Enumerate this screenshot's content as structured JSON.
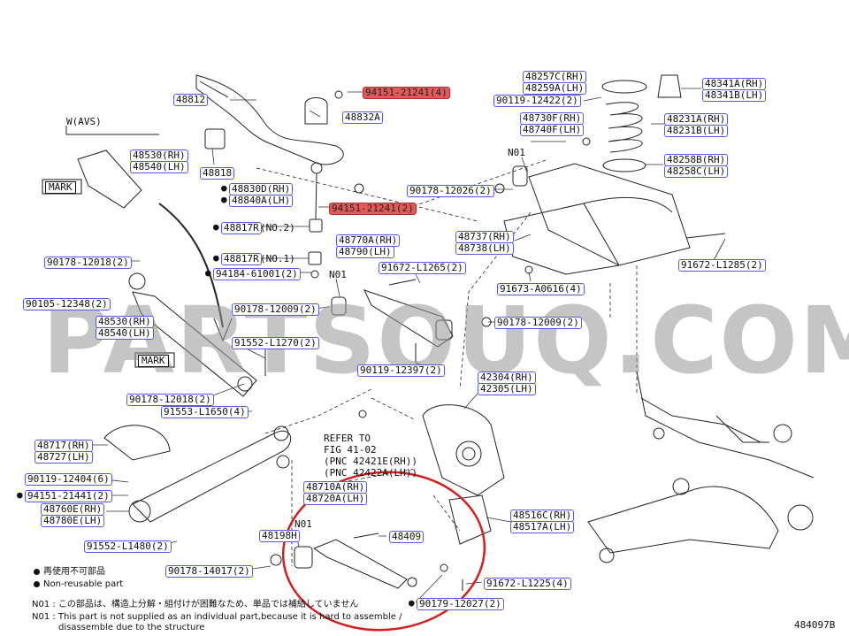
{
  "parts": {
    "p48812": "48812",
    "p94151a": "94151-21241(4)",
    "p48832a": "48832A",
    "p48818": "48818",
    "p48830d": "48830D(RH)",
    "p48840a": "48840A(LH)",
    "p94151b": "94151-21241(2)",
    "p48817r_no2": "48817R",
    "p48817r_no1": "48817R",
    "p94184": "94184-61001(2)",
    "p48530_top": "48530(RH)",
    "p48540_top": "48540(LH)",
    "p90178_12018_a": "90178-12018(2)",
    "p90105": "90105-12348(2)",
    "p48530": "48530(RH)",
    "p48540": "48540(LH)",
    "p90178_12009_a": "90178-12009(2)",
    "p91552_l1270": "91552-L1270(2)",
    "p90178_12018_b": "90178-12018(2)",
    "p91553": "91553-L1650(4)",
    "p48717": "48717(RH)",
    "p48727": "48727(LH)",
    "p90119_12404": "90119-12404(6)",
    "p94151_21441": "94151-21441(2)",
    "p48760e": "48760E(RH)",
    "p48780e": "48780E(LH)",
    "p91552_l1480": "91552-L1480(2)",
    "p90178_14017": "90178-14017(2)",
    "p48257c": "48257C(RH)",
    "p48259a": "48259A(LH)",
    "p90119_12422": "90119-12422(2)",
    "p48730f": "48730F(RH)",
    "p48740f": "48740F(LH)",
    "p48341a": "48341A(RH)",
    "p48341b": "48341B(LH)",
    "p48231a": "48231A(RH)",
    "p48231b": "48231B(LH)",
    "p48258b": "48258B(RH)",
    "p48258c": "48258C(LH)",
    "p90178_12026": "90178-12026(2)",
    "p48737": "48737(RH)",
    "p48738": "48738(LH)",
    "p91672_l1285": "91672-L1285(2)",
    "p48770a": "48770A(RH)",
    "p48790": "48790(LH)",
    "p91672_l1265": "91672-L1265(2)",
    "p91673": "91673-A0616(4)",
    "p90178_12009_b": "90178-12009(2)",
    "p90119_12397": "90119-12397(2)",
    "p42304": "42304(RH)",
    "p42305": "42305(LH)",
    "p48710a": "48710A(RH)",
    "p48720a": "48720A(LH)",
    "p48198h": "48198H",
    "p48409": "48409",
    "p48516c": "48516C(RH)",
    "p48517a": "48517A(LH)",
    "p91672_l1225": "91672-L1225(4)",
    "p90179": "90179-12027(2)"
  },
  "texts": {
    "no2": "(NO.2)",
    "no1": "(NO.1)",
    "w_avs": "W(AVS)",
    "mark_top": "MARK",
    "mark_mid": "MARK",
    "n01_left": "N01",
    "n01_right": "N01",
    "n01_bottom": "N01",
    "refer_1": "REFER TO",
    "refer_2": "FIG 41-02",
    "refer_3": "(PNC 42421E(RH))",
    "refer_4": "(PNC 42422A(LH))"
  },
  "watermark": "PARTSOUQ.COM",
  "legend": {
    "reuse_jp": "再使用不可部品",
    "reuse_en": "Non-reusable part"
  },
  "notes": {
    "n01_jp": "N01 : この部品は、構造上分解・組付けが困難なため、単品では補給していません",
    "n01_en_1": "N01 : This part is not supplied as an individual part,because it is hard to assemble /",
    "n01_en_2": "disassemble due to the structure"
  },
  "figure_id": "484097B",
  "colors": {
    "highlight": "#e05a5a",
    "callout_border": "#5a5ad8",
    "circle": "#d42020",
    "line": "#222222"
  }
}
